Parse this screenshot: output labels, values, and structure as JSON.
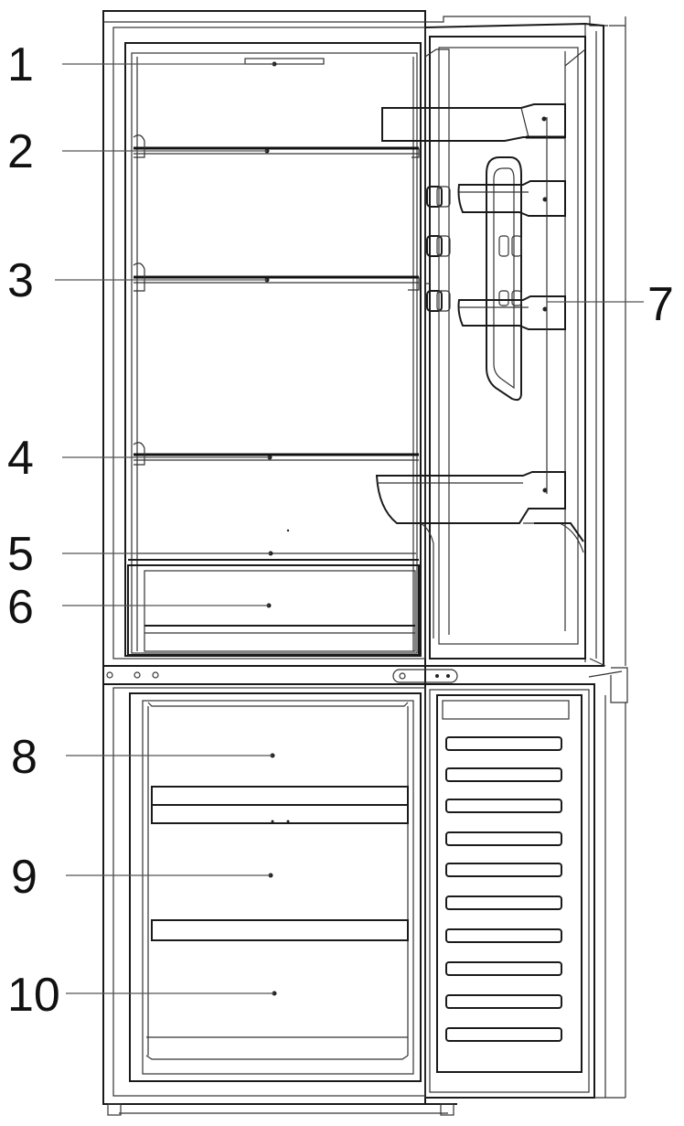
{
  "diagram": {
    "labels": [
      "1",
      "2",
      "3",
      "4",
      "5",
      "6",
      "7",
      "8",
      "9",
      "10"
    ]
  },
  "colors": {
    "line": "#1a1a1a",
    "background": "#ffffff"
  }
}
